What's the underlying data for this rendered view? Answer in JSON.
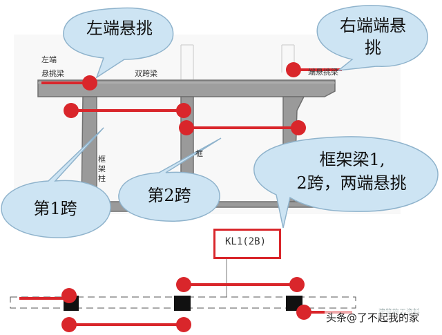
{
  "bubbles": {
    "left_cantilever": "左端悬挑",
    "right_cantilever": [
      "右端端悬",
      "挑"
    ],
    "span1": "第1跨",
    "span2": "第2跨",
    "frame_beam": [
      "框架梁1,",
      "2跨，两端悬挑"
    ]
  },
  "drawing_labels": {
    "left_end": [
      "左端",
      "悬挑梁"
    ],
    "double_span": "双跨梁",
    "frame_column_a": [
      "框",
      "架",
      "柱"
    ],
    "frame_column_b": "框",
    "right_end_partial": "端悬挑梁"
  },
  "kl_label": "KL1(2B)",
  "watermark": {
    "prefix": "头条",
    "handle": "@了不起我的家",
    "logo_text": "建筑施工资料"
  },
  "colors": {
    "red": "#d9262b",
    "bubble_fill": "#cde4f3",
    "bubble_stroke": "#8fb3cc",
    "beam_gray": "#8a8a8a",
    "beam_fill": "#9e9e9e"
  }
}
